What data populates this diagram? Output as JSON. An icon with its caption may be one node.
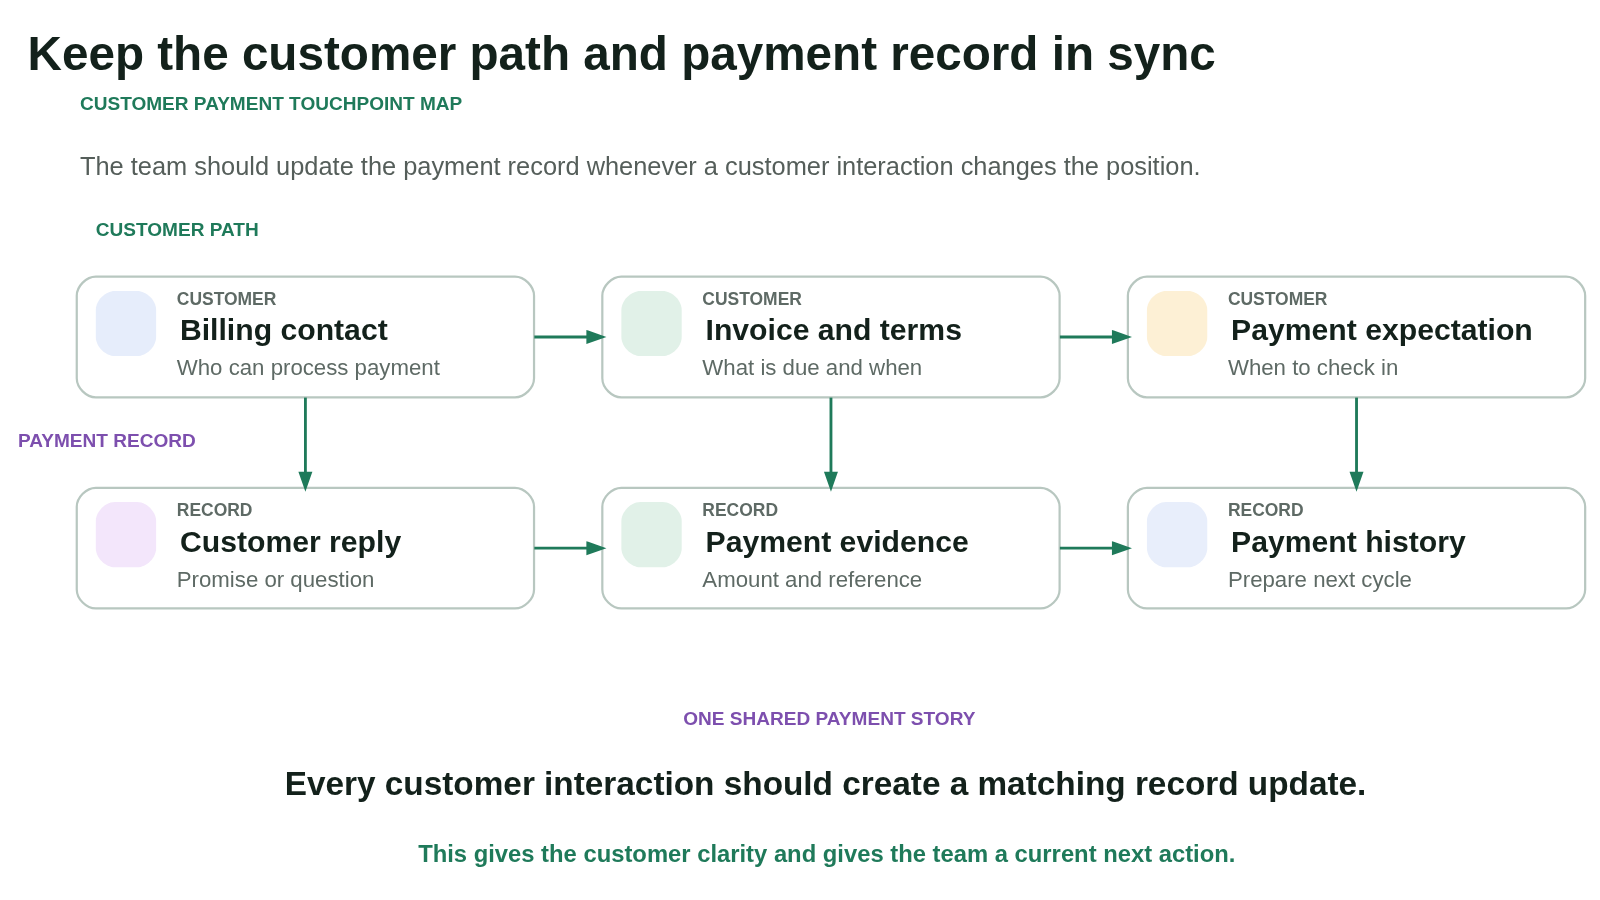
{
  "diagram": {
    "title": "Keep the customer path and payment record in sync",
    "nodes": [
      {
        "text": [
          "CUSTOMER",
          "Billing contact",
          "Who can process payment"
        ]
      },
      {
        "text": [
          "CUSTOMER",
          "Invoice and terms",
          "What is due and when"
        ]
      },
      {
        "text": [
          "CUSTOMER",
          "Payment expectation",
          "When to check in"
        ]
      },
      {
        "text": [
          "RECORD",
          "Customer reply",
          "Promise or question"
        ]
      },
      {
        "text": [
          "RECORD",
          "Payment evidence",
          "Amount and reference"
        ]
      },
      {
        "text": [
          "RECORD",
          "Payment history",
          "Prepare next cycle"
        ]
      }
    ],
    "edges": [
      {
        "from": 0,
        "to": 1,
        "arrow": "to"
      },
      {
        "from": 1,
        "to": 2,
        "arrow": "to"
      },
      {
        "from": 0,
        "to": 3,
        "arrow": "to"
      },
      {
        "from": 1,
        "to": 4,
        "arrow": "to"
      },
      {
        "from": 2,
        "to": 5,
        "arrow": "to"
      },
      {
        "from": 3,
        "to": 4,
        "arrow": "to"
      },
      {
        "from": 4,
        "to": 5,
        "arrow": "to"
      }
    ],
    "labels": [
      "CUSTOMER PAYMENT TOUCHPOINT MAP",
      "The team should update the payment record whenever a customer interaction changes the position.",
      "CUSTOMER PATH",
      "PAYMENT RECORD",
      "ONE SHARED PAYMENT STORY",
      "Every customer interaction should create a matching record update.",
      "This gives the customer clarity and gives the team a current next action."
    ]
  }
}
